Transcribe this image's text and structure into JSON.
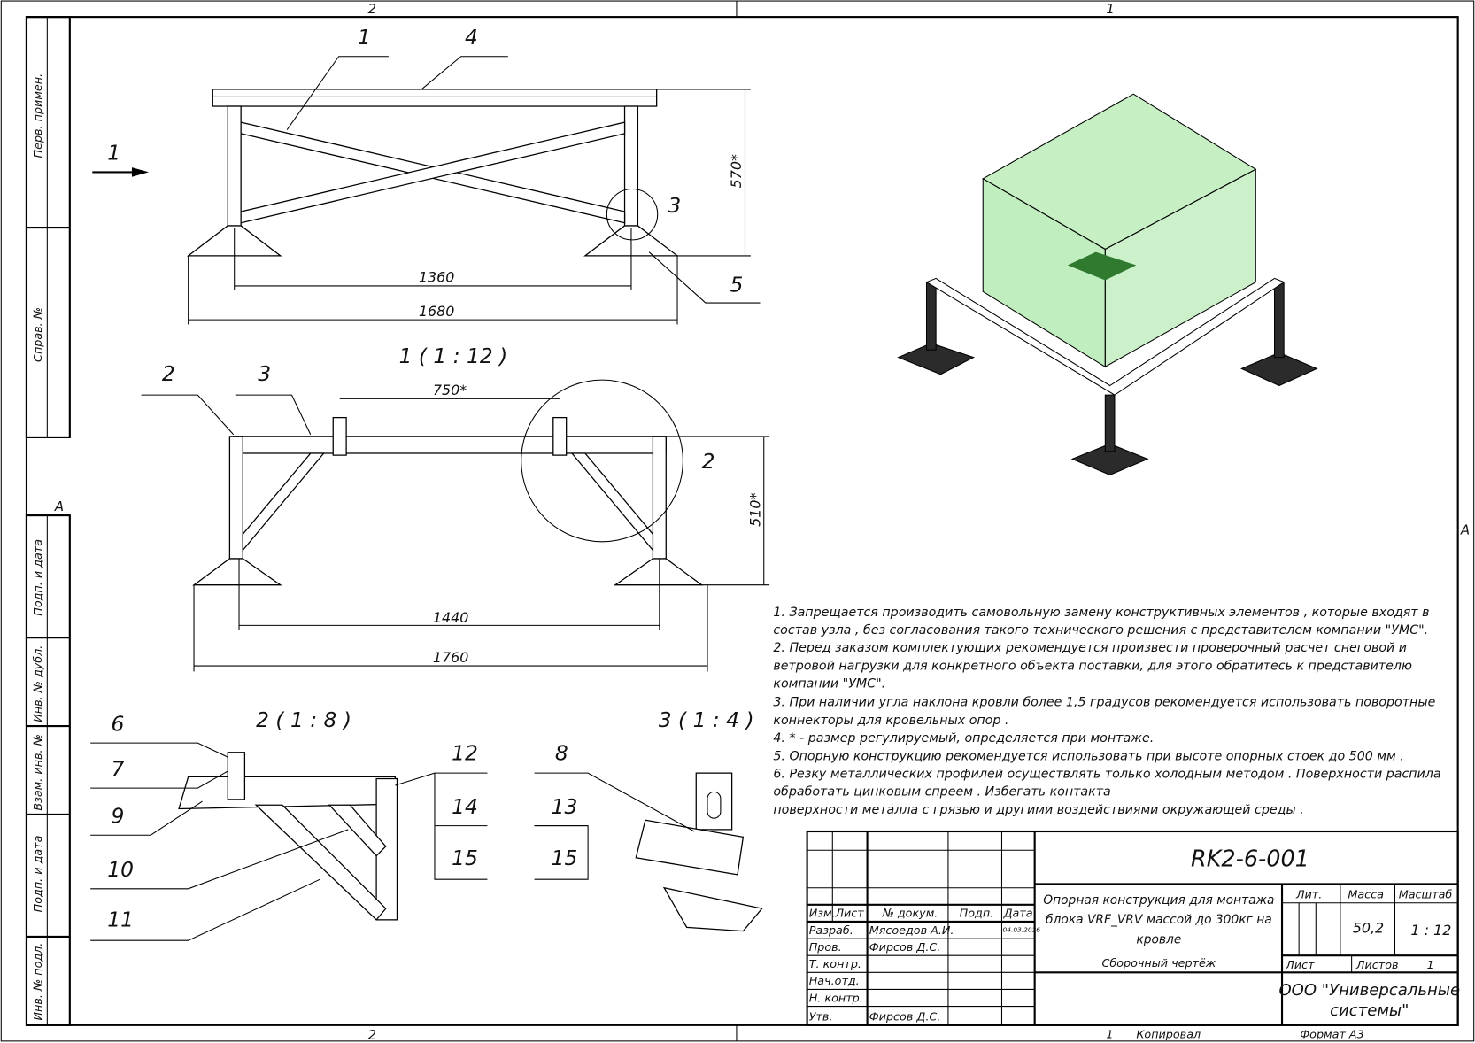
{
  "frame": {
    "zone_top_left": "2",
    "zone_top_right": "1",
    "zone_bottom_left": "2",
    "zone_left": "A",
    "zone_right": "A"
  },
  "side_stamps": {
    "upper": [
      "Перв. примен.",
      "Справ. №"
    ],
    "lower": [
      "Подп. и дата",
      "Инв. № дубл.",
      "Взам. инв. №",
      "Подп. и дата",
      "Инв. № подл."
    ]
  },
  "views": {
    "view1_arrow_label": "1",
    "front": {
      "balloons": [
        "1",
        "4",
        "3",
        "5"
      ],
      "dims": [
        "1360",
        "1680",
        "570*"
      ]
    },
    "side": {
      "title": "1 ( 1 : 12 )",
      "balloons": [
        "2",
        "3",
        "2"
      ],
      "dims": [
        "750*",
        "510*",
        "1440",
        "1760"
      ]
    },
    "detail2": {
      "title": "2 ( 1 : 8 )",
      "balloons": [
        "6",
        "7",
        "9",
        "10",
        "11",
        "12",
        "14",
        "15"
      ]
    },
    "detail3": {
      "title": "3 ( 1 : 4 )",
      "balloons": [
        "8",
        "13",
        "15"
      ]
    }
  },
  "notes": [
    "1. Запрещается производить самовольную замену конструктивных элементов , которые входят в",
    "состав узла , без согласования такого технического решения с представителем компании \"УМС\".",
    "2. Перед заказом комплектующих рекомендуется произвести проверочный расчет снеговой и",
    "ветровой нагрузки для конкретного объекта поставки, для этого обратитесь к представителю",
    "компании \"УМС\".",
    "3. При наличии угла наклона кровли более 1,5 градусов рекомендуется использовать поворотные",
    "коннекторы для кровельных опор .",
    "4. * - размер  регулируемый, определяется при монтаже.",
    "5. Опорную конструкцию рекомендуется использовать при высоте опорных стоек до 500 мм .",
    "6. Резку металлических профилей осуществлять только холодным методом . Поверхности распила",
    "обработать цинковым спреем . Избегать контакта",
    "поверхности металла с грязью и другими воздействиями окружающей среды ."
  ],
  "title_block": {
    "designation": "RK2-6-001",
    "name_lines": [
      "Опорная конструкция для монтажа",
      "блока VRF_VRV массой до 300кг на",
      "кровле"
    ],
    "doc_type": "Сборочный чертёж",
    "headers": {
      "izm": "Изм.",
      "list": "Лист",
      "doc": "№ докум.",
      "sign": "Подп.",
      "date": "Дата"
    },
    "roles": [
      "Разраб.",
      "Пров.",
      "Т. контр.",
      "Нач.отд.",
      "Н. контр.",
      "Утв."
    ],
    "names": [
      "Мясоедов А.И.",
      "Фирсов Д.С.",
      "",
      "",
      "",
      "Фирсов Д.С."
    ],
    "date_developer": "04.03.2026",
    "lit_label": "Лит.",
    "mass_label": "Масса",
    "scale_label": "Масштаб",
    "mass": "50,2",
    "scale": "1 : 12",
    "sheet_label": "Лист",
    "sheets_label": "Листов",
    "sheets": "1",
    "org_lines": [
      "ООО \"Универсальные",
      "системы\""
    ]
  },
  "bottom_strip": {
    "copied_num": "1",
    "copied": "Копировал",
    "format": "Формат А3"
  },
  "colors": {
    "unit_box": "#8ee08a"
  }
}
